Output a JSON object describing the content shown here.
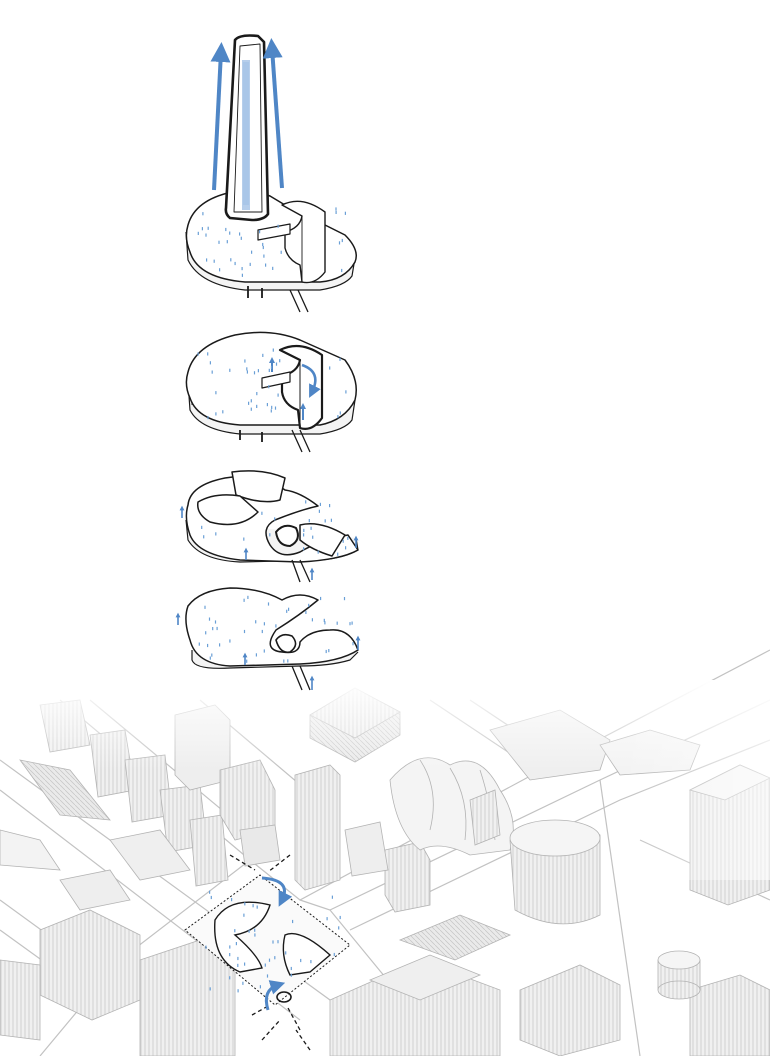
{
  "diagram": {
    "stages": [
      {
        "id": "tower",
        "label": ""
      },
      {
        "id": "podium-with-wing",
        "label": ""
      },
      {
        "id": "podium-courtyard",
        "label": ""
      },
      {
        "id": "ground-plate",
        "label": ""
      }
    ],
    "context": {
      "id": "city-context-map",
      "label": ""
    }
  },
  "colors": {
    "stroke": "#1a1a1a",
    "context_stroke": "#b9b9b9",
    "context_fill": "#f2f2f2",
    "context_shade": "#e2e2e2",
    "arrow_blue": "#4f86c6",
    "arrow_light": "#a9c6e8",
    "dot_blue": "#6a9fd6",
    "background": "#ffffff"
  },
  "icons": {
    "up_arrow": "up-arrow-icon",
    "rotate_arrow": "rotate-arrow-icon",
    "turn_arrow": "turn-arrow-icon"
  }
}
